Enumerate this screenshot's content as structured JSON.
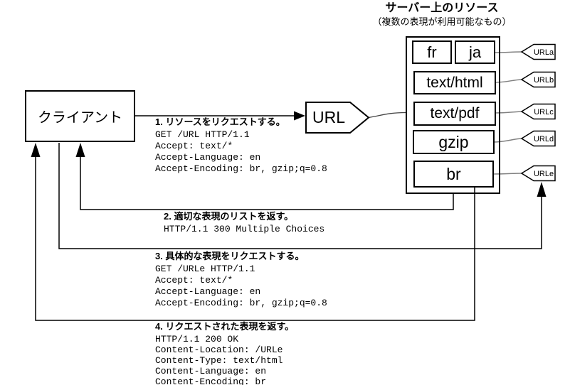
{
  "client": {
    "label": "クライアント"
  },
  "url_node": {
    "label": "URL"
  },
  "server_panel": {
    "title": "サーバー上のリソース",
    "subtitle": "（複数の表現が利用可能なもの）",
    "resources": [
      {
        "label": "fr"
      },
      {
        "label": "ja"
      },
      {
        "label": "text/html"
      },
      {
        "label": "text/pdf"
      },
      {
        "label": "gzip"
      },
      {
        "label": "br"
      }
    ]
  },
  "url_tags": [
    {
      "label": "URLa"
    },
    {
      "label": "URLb"
    },
    {
      "label": "URLc"
    },
    {
      "label": "URLd"
    },
    {
      "label": "URLe"
    }
  ],
  "messages": [
    {
      "heading": "1. リソースをリクエストする。",
      "lines": [
        "GET /URL HTTP/1.1",
        "Accept: text/*",
        "Accept-Language: en",
        "Accept-Encoding: br, gzip;q=0.8"
      ]
    },
    {
      "heading": "2. 適切な表現のリストを返す。",
      "lines": [
        "HTTP/1.1 300 Multiple Choices"
      ]
    },
    {
      "heading": "3. 具体的な表現をリクエストする。",
      "lines": [
        "GET /URLe HTTP/1.1",
        "Accept: text/*",
        "Accept-Language: en",
        "Accept-Encoding: br, gzip;q=0.8"
      ]
    },
    {
      "heading": "4. リクエストされた表現を返す。",
      "lines": [
        "HTTP/1.1 200 OK",
        "Content-Location: /URLe",
        "Content-Type: text/html",
        "Content-Language: en",
        "Content-Encoding: br"
      ]
    }
  ],
  "colors": {
    "line": "#000000",
    "connector": "#808080",
    "background": "#ffffff"
  }
}
